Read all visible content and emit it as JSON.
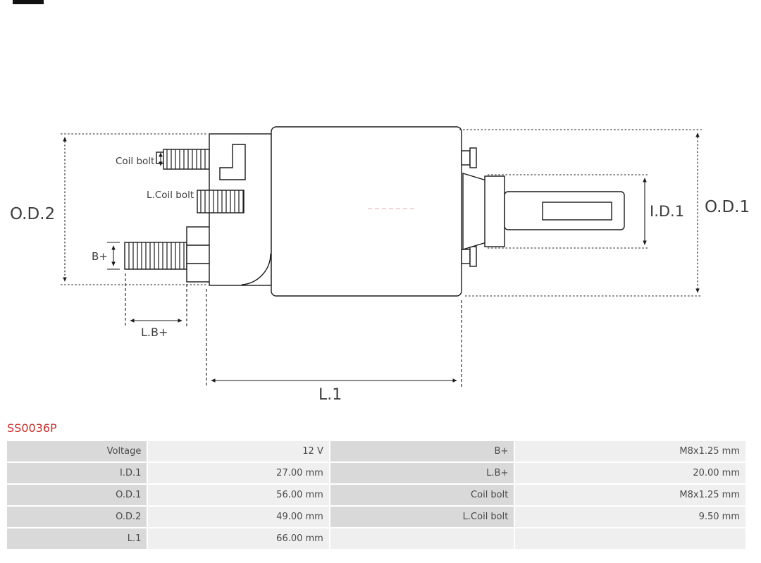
{
  "part_number": "SS0036P",
  "colors": {
    "part_number_red": "#c9302c",
    "table_label_bg": "#d9d9d9",
    "table_value_bg": "#efefef",
    "diagram_line": "#1a1a1a"
  },
  "diagram": {
    "labels": {
      "od1": "O.D.1",
      "od2": "O.D.2",
      "id1": "I.D.1",
      "l1": "L.1",
      "lb_plus": "L.B+",
      "b_plus": "B+",
      "coil_bolt": "Coil bolt",
      "l_coil_bolt": "L.Coil bolt"
    }
  },
  "table": {
    "rows": [
      {
        "label_left": "Voltage",
        "value_left": "12 V",
        "label_right": "B+",
        "value_right": "M8x1.25 mm"
      },
      {
        "label_left": "I.D.1",
        "value_left": "27.00 mm",
        "label_right": "L.B+",
        "value_right": "20.00 mm"
      },
      {
        "label_left": "O.D.1",
        "value_left": "56.00 mm",
        "label_right": "Coil bolt",
        "value_right": "M8x1.25 mm"
      },
      {
        "label_left": "O.D.2",
        "value_left": "49.00 mm",
        "label_right": "L.Coil bolt",
        "value_right": "9.50 mm"
      },
      {
        "label_left": "L.1",
        "value_left": "66.00 mm",
        "label_right": "",
        "value_right": ""
      }
    ]
  }
}
